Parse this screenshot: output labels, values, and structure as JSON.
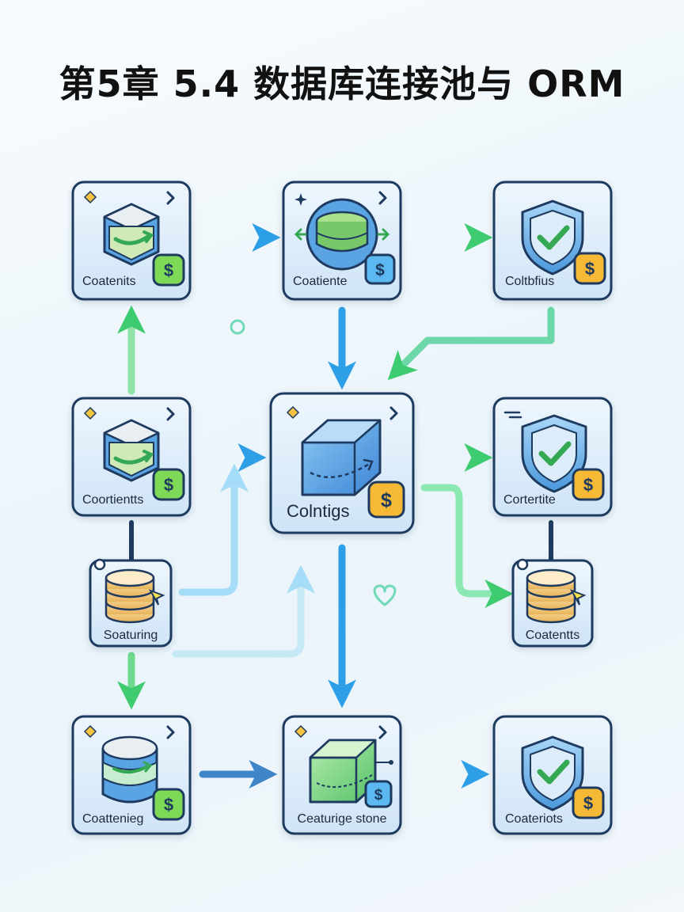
{
  "title": "第5章 5.4 数据库连接池与 ORM",
  "nodes": {
    "top_left": {
      "label": "Coatenits"
    },
    "top_mid": {
      "label": "Coatiente"
    },
    "top_right": {
      "label": "Coltbfius"
    },
    "mid_left": {
      "label": "Coortientts"
    },
    "center": {
      "label": "Colntigs"
    },
    "mid_right": {
      "label": "Cortertite"
    },
    "small_left": {
      "label": "Soaturing"
    },
    "small_right": {
      "label": "Coatentts"
    },
    "bot_left": {
      "label": "Coattenieg"
    },
    "bot_mid": {
      "label": "Ceaturige stone"
    },
    "bot_right": {
      "label": "Coateriots"
    }
  },
  "badge_symbol": "$",
  "colors": {
    "card_border": "#1e3a5f",
    "card_fill": "#d8ebfb",
    "blue": "#2c9fe6",
    "green": "#4fd07c",
    "badge_green": "#7ed957",
    "badge_blue": "#5cb8f0",
    "badge_yellow": "#f5b935"
  },
  "icons": {
    "top_left": "box-sync-icon",
    "top_mid": "database-cylinder-icon",
    "top_right": "shield-check-icon",
    "mid_left": "box-sync-icon",
    "center": "cube-icon",
    "mid_right": "shield-check-icon",
    "small_left": "coin-stack-icon",
    "small_right": "coin-stack-icon",
    "bot_left": "database-stack-icon",
    "bot_mid": "green-cube-icon",
    "bot_right": "shield-check-icon"
  }
}
